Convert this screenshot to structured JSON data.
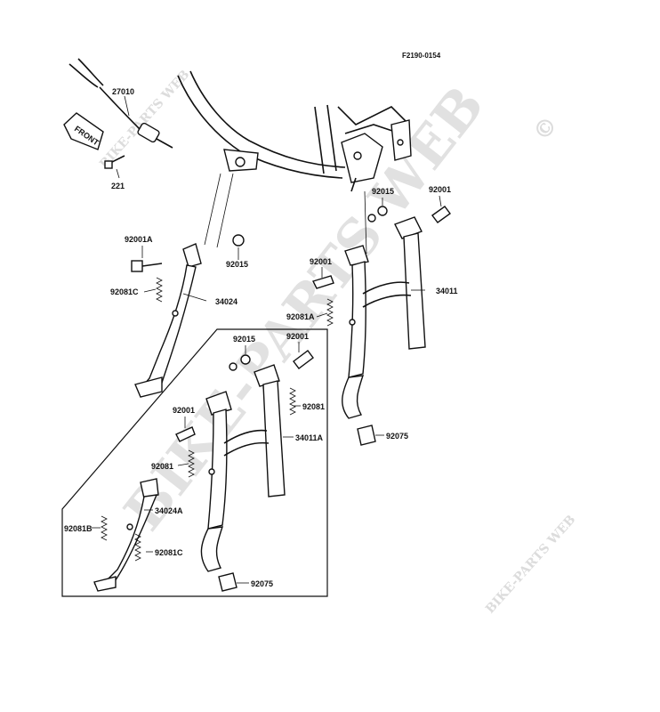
{
  "diagram": {
    "reference_code": "F2190-0154",
    "front_arrow_label": "FRONT",
    "watermarks": {
      "main": "BIKE-PARTS WEB",
      "small": "BIKE-PARTS WEB",
      "copyright": "©"
    },
    "labels": {
      "p27010": "27010",
      "p221": "221",
      "p92001A": "92001A",
      "p92081C_top": "92081C",
      "p34024": "34024",
      "p92015_left": "92015",
      "p92015_right": "92015",
      "p92001_right": "92001",
      "p92001_mid": "92001",
      "p34011": "34011",
      "p92081A": "92081A",
      "p92075_right": "92075",
      "p92015_inset": "92015",
      "p92001_inset_top": "92001",
      "p92081_inset_right": "92081",
      "p92001_inset_left": "92001",
      "p34011A": "34011A",
      "p92081_inset_left": "92081",
      "p34024A": "34024A",
      "p92081B": "92081B",
      "p92081C_inset": "92081C",
      "p92075_inset": "92075"
    }
  }
}
